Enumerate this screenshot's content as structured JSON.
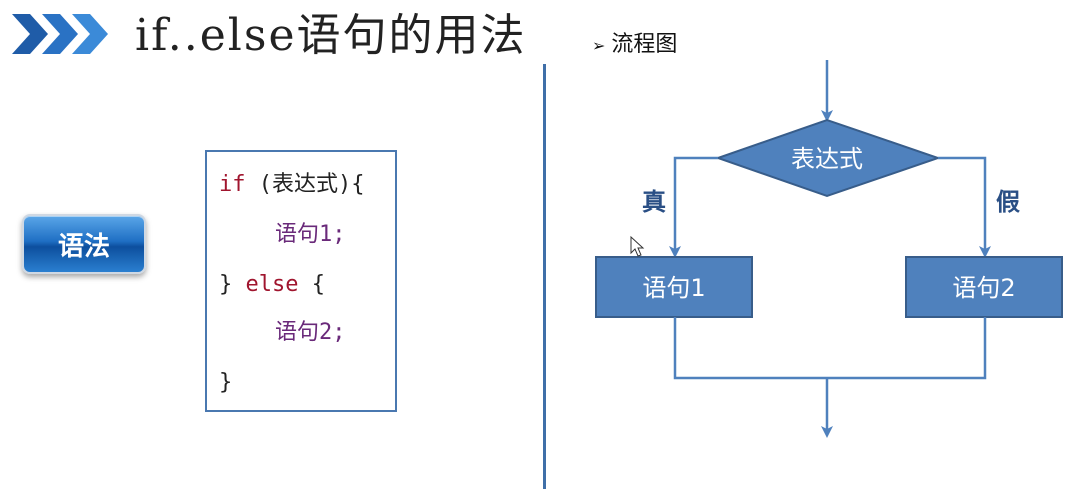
{
  "header": {
    "title": "if..else语句的用法",
    "subtitle_marker": "➢",
    "subtitle": "流程图"
  },
  "syntax_button": {
    "label": "语法"
  },
  "code": {
    "line1_kw": "if",
    "line1_rest": " (表达式){",
    "line2": "语句1;",
    "line3_open": "} ",
    "line3_kw": "else",
    "line3_rest": " {",
    "line4": "语句2;",
    "line5": "}"
  },
  "flowchart": {
    "decision": "表达式",
    "true_label": "真",
    "false_label": "假",
    "statement1": "语句1",
    "statement2": "语句2"
  },
  "colors": {
    "node_fill": "#4f81bd",
    "node_stroke": "#385d8a",
    "line": "#4f81bd",
    "keyword": "#a0152e",
    "statement_text": "#6a2a7a"
  }
}
